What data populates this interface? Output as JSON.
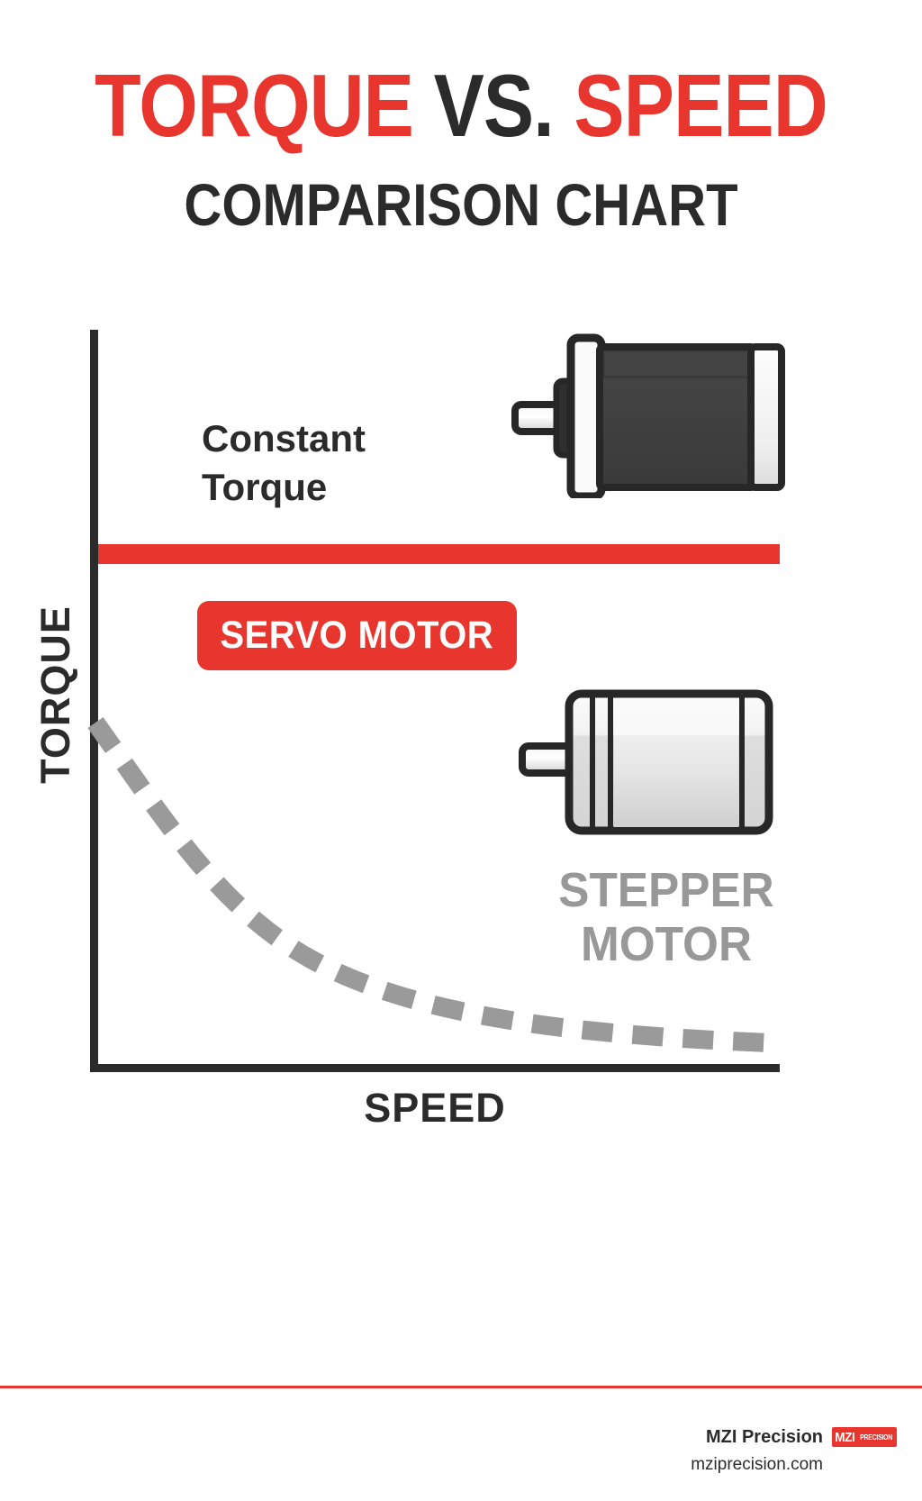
{
  "title": {
    "line1_part1": "TORQUE",
    "line1_part2": "VS.",
    "line1_part3": "SPEED",
    "line2": "COMPARISON CHART"
  },
  "chart_data": {
    "type": "line",
    "title": "TORQUE VS. SPEED COMPARISON CHART",
    "xlabel": "SPEED",
    "ylabel": "TORQUE",
    "xlim": [
      0,
      100
    ],
    "ylim": [
      0,
      100
    ],
    "grid": false,
    "legend_position": "inline-annotations",
    "series": [
      {
        "name": "SERVO MOTOR",
        "color": "#e8352e",
        "style": "solid",
        "annotation": "Constant Torque",
        "x": [
          0,
          10,
          20,
          30,
          40,
          50,
          60,
          70,
          80,
          90,
          100
        ],
        "y": [
          71,
          71,
          71,
          71,
          71,
          71,
          71,
          71,
          71,
          71,
          71
        ]
      },
      {
        "name": "STEPPER MOTOR",
        "color": "#9a9a9a",
        "style": "dashed",
        "annotation": "",
        "x": [
          0,
          10,
          20,
          30,
          40,
          50,
          60,
          70,
          80,
          90,
          100
        ],
        "y": [
          46,
          35,
          26,
          20,
          15,
          11,
          9,
          7,
          6,
          5,
          4
        ]
      }
    ]
  },
  "annotations": {
    "constant_torque_line1": "Constant",
    "constant_torque_line2": "Torque",
    "servo_badge": "SERVO MOTOR",
    "stepper_line1": "STEPPER",
    "stepper_line2": "MOTOR"
  },
  "axes": {
    "y_label": "TORQUE",
    "x_label": "SPEED"
  },
  "colors": {
    "accent_red": "#e8352e",
    "dark": "#2b2b2b",
    "gray": "#989898"
  },
  "footer": {
    "company": "MZI Precision",
    "website": "mziprecision.com",
    "logo_mzi": "MZI",
    "logo_precision": "PRECISION"
  }
}
